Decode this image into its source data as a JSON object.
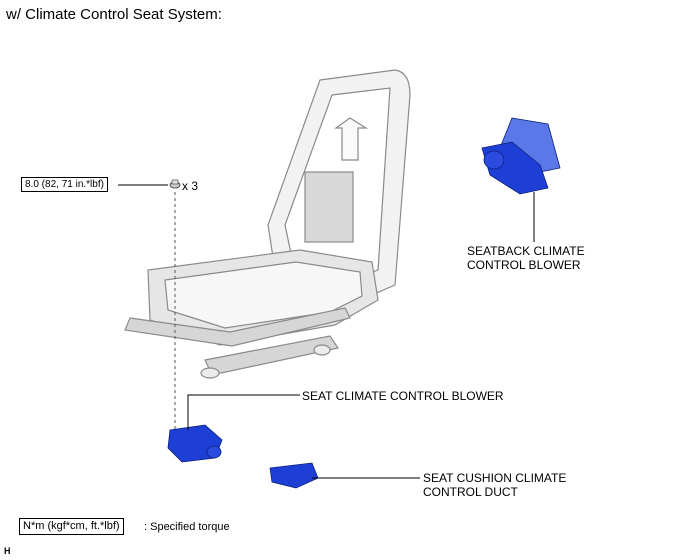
{
  "title": "w/ Climate Control Seat System:",
  "torque": {
    "value": "8.0 (82, 71 in.*lbf)",
    "qty": "x 3"
  },
  "parts": {
    "seatback_blower": [
      "SEATBACK CLIMATE",
      "CONTROL BLOWER"
    ],
    "seat_blower": "SEAT CLIMATE CONTROL BLOWER",
    "cushion_duct": [
      "SEAT CUSHION CLIMATE",
      "CONTROL DUCT"
    ]
  },
  "legend": {
    "unit": "N*m (kgf*cm, ft.*lbf)",
    "desc": ": Specified torque"
  },
  "code": "H",
  "colors": {
    "part_blue": "#1e3fd6",
    "frame_gray": "#b8b8b8"
  }
}
